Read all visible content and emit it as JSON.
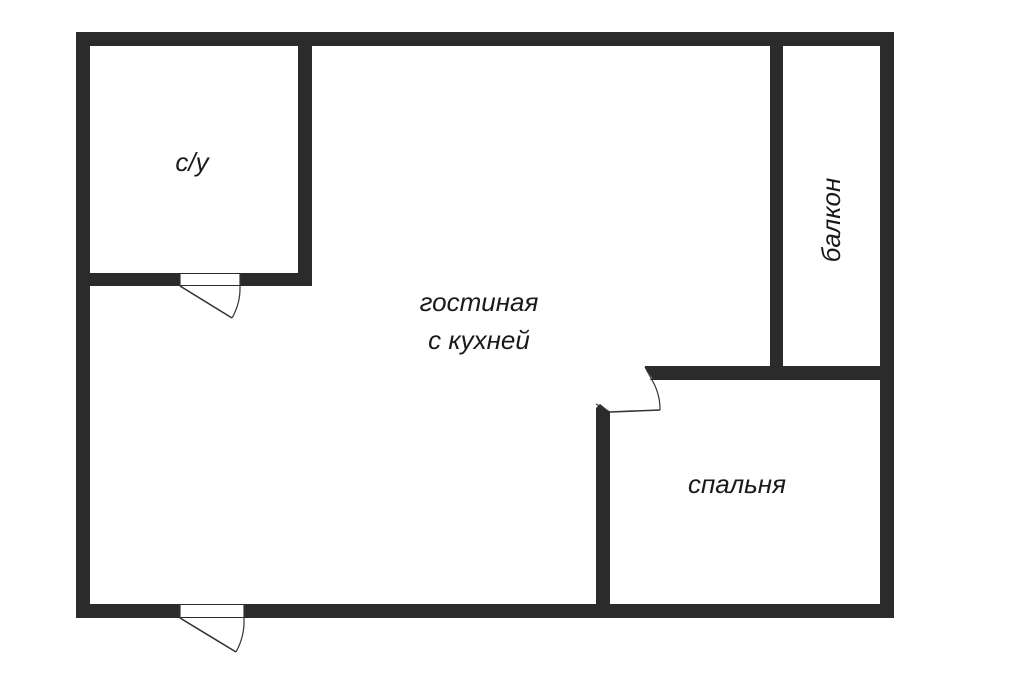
{
  "rooms": {
    "bathroom": {
      "label": "с/у"
    },
    "living": {
      "label_line1": "гостиная",
      "label_line2": "с кухней"
    },
    "balcony": {
      "label": "балкон"
    },
    "bedroom": {
      "label": "спальня"
    }
  },
  "colors": {
    "wall": "#2b2b2b",
    "floor": "#ffffff",
    "door_stroke": "#333333"
  }
}
